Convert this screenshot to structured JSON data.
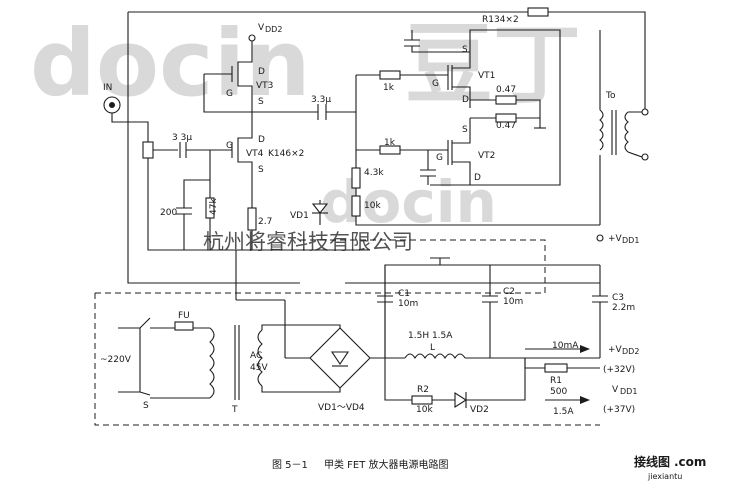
{
  "watermark": {
    "logo_text": "docin",
    "logo_cn": "豆丁",
    "site_text": "杭州将睿科技有限公司"
  },
  "caption": {
    "figure_no": "图 5－1",
    "title": "甲类 FET 放大器电源电路图"
  },
  "footer_logo": {
    "cn": "接线图",
    "dotcom": ".com",
    "domain": "jiexiantu"
  },
  "labels": {
    "vdd2_top": "V",
    "vdd2_top_sub": "DD2",
    "r134": "R134×2",
    "s_vt1": "S",
    "vt1": "VT1",
    "g_vt1": "G",
    "d_vt1": "D",
    "r1k_a": "1k",
    "d_vt3": "D",
    "vt3": "VT3",
    "g_vt3": "G",
    "s_vt3": "S",
    "cap_33_a": "3.3μ",
    "r047_a": "0.47",
    "r047_b": "0.47",
    "s_vt2": "S",
    "in": "IN",
    "cap_33_b": "3 3μ",
    "g_vt4": "G",
    "d_vt4": "D",
    "vt4": "VT4",
    "k146": "K146×2",
    "s_vt4": "S",
    "r1k_b": "1k",
    "g_vt2": "G",
    "vt2": "VT2",
    "d_vt2": "D",
    "r43k": "4.3k",
    "r47k": "47k",
    "r27": "2.7",
    "c200": "200",
    "r10k_a": "10k",
    "vd1": "VD1",
    "to": "To",
    "plus_vdd1": "+V",
    "plus_vdd1_sub": "DD1",
    "fu": "FU",
    "c1": "C1",
    "c1_val": "10m",
    "c2": "C2",
    "c2_val": "10m",
    "c3": "C3",
    "c3_val": "2.2m",
    "ac220": "~220V",
    "ac45": "AC",
    "ac45_v": "45V",
    "s1": "S",
    "t1": "T",
    "l_val": "1.5H 1.5A",
    "l_name": "L",
    "i10ma": "10mA",
    "plus_vdd2": "+V",
    "plus_vdd2_sub": "DD2",
    "r1": "R1",
    "r1_val": "500",
    "plus32": "(+32V)",
    "vdd1": "V",
    "vdd1_sub": "DD1",
    "i15a": "1.5A",
    "plus37": "(+37V)",
    "r2": "R2",
    "r2_val": "10k",
    "vd2": "VD2",
    "bridge": "VD1～VD4"
  }
}
